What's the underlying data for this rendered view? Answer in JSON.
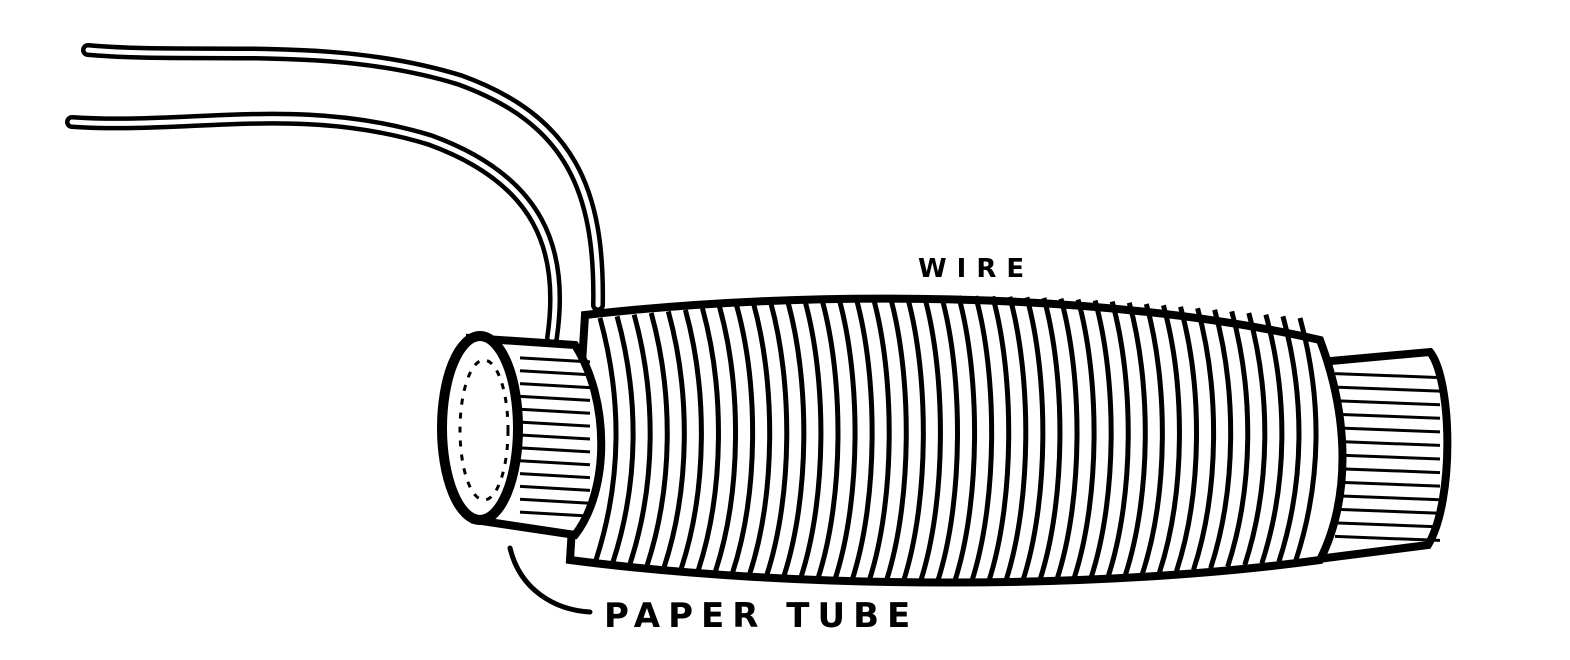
{
  "labels": {
    "wire": "WIRE",
    "paper_tube": "PAPER TUBE"
  },
  "colors": {
    "ink": "#000000",
    "paper": "#ffffff"
  },
  "figure": {
    "winding_turns": 42,
    "tube_ridges": 14
  }
}
